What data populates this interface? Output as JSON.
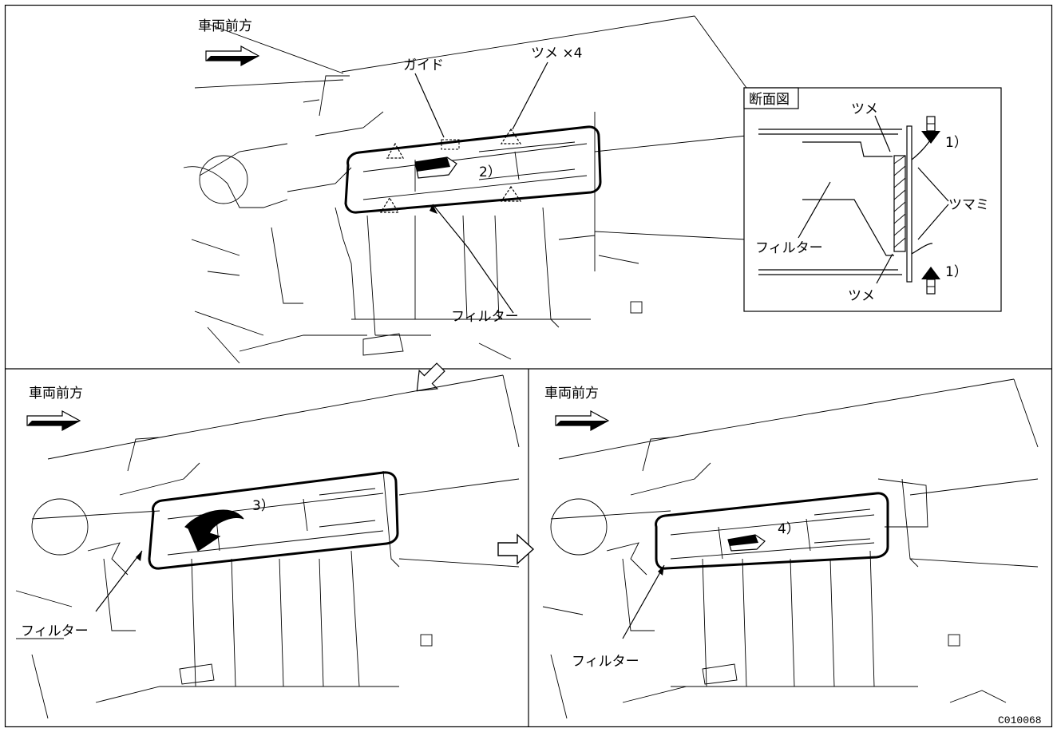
{
  "labels": {
    "front_top": "車両前方",
    "front_bottom_left": "車両前方",
    "front_bottom_right": "車両前方",
    "guide": "ガイド",
    "claws_x4": "ツメ ×4",
    "step2": "2）",
    "filter_top": "フィルター",
    "section_title": "断面図",
    "claw_upper": "ツメ",
    "claw_lower": "ツメ",
    "knob": "ツマミ",
    "filter_section": "フィルター",
    "step1_upper": "1）",
    "step1_lower": "1）",
    "step3": "3）",
    "filter_bottom_left": "フィルター",
    "step4": "4）",
    "filter_bottom_right": "フィルター",
    "code": "C010068"
  },
  "icons": {
    "front_arrow": "front-direction-arrow-icon",
    "down_arrow": "push-down-arrow-icon",
    "up_arrow": "push-up-arrow-icon",
    "flow_diag_arrow": "next-step-diagonal-arrow-icon",
    "flow_right_arrow": "next-step-right-arrow-icon",
    "claw_marker": "triangle-claw-icon"
  }
}
